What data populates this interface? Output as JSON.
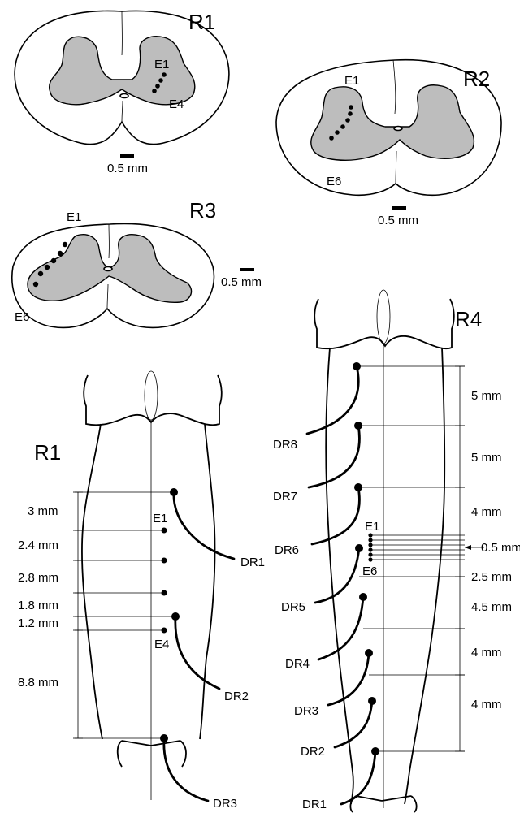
{
  "panels": {
    "r1_section": {
      "label": "R1",
      "electrode_first": "E1",
      "electrode_last": "E4",
      "scale": "0.5 mm"
    },
    "r2_section": {
      "label": "R2",
      "electrode_first": "E1",
      "electrode_last": "E6",
      "scale": "0.5 mm"
    },
    "r3_section": {
      "label": "R3",
      "electrode_first": "E1",
      "electrode_last": "E6",
      "scale": "0.5 mm"
    },
    "r1_cord": {
      "label": "R1",
      "electrode_first": "E1",
      "electrode_last": "E4",
      "roots": [
        "DR1",
        "DR2",
        "DR3"
      ],
      "distances": [
        "3 mm",
        "2.4 mm",
        "2.8 mm",
        "1.8 mm",
        "1.2 mm",
        "8.8 mm"
      ]
    },
    "r4_cord": {
      "label": "R4",
      "electrode_first": "E1",
      "electrode_last": "E6",
      "roots": [
        "DR8",
        "DR7",
        "DR6",
        "DR5",
        "DR4",
        "DR3",
        "DR2",
        "DR1"
      ],
      "distances": [
        "5 mm",
        "5 mm",
        "4 mm",
        "0.5 mm",
        "2.5 mm",
        "4.5 mm",
        "4 mm",
        "4 mm"
      ]
    }
  }
}
